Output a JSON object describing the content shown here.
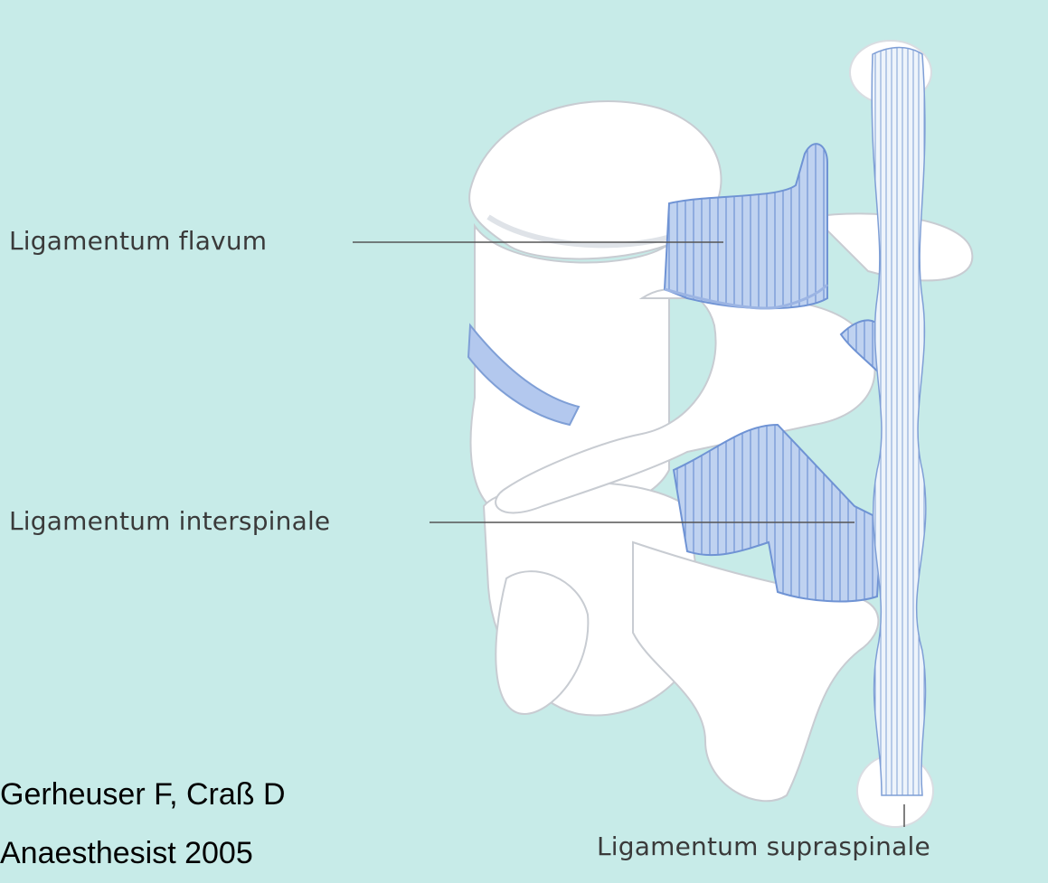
{
  "labels": {
    "flavum": "Ligamentum flavum",
    "interspinale": "Ligamentum interspinale",
    "supraspinale": "Ligamentum supraspinale"
  },
  "citation": {
    "line1": "Gerheuser F, Craß D",
    "line2": "Anaesthesist 2005"
  },
  "colors": {
    "background": "#c7ebe8",
    "bone": "#ffffff",
    "bone_shadow": "#d9dde2",
    "ligament": "#b9cdef",
    "ligament_stripe": "#6f93d4",
    "leader_line": "#555555"
  }
}
